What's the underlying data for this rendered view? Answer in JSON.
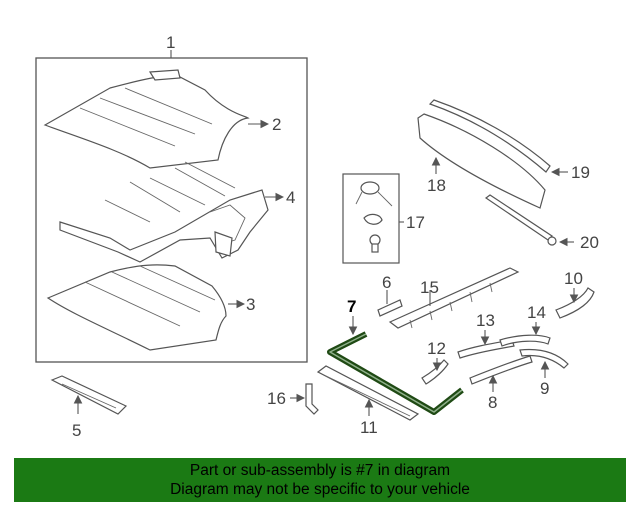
{
  "callouts": [
    "1",
    "2",
    "3",
    "4",
    "5",
    "6",
    "7",
    "8",
    "9",
    "10",
    "11",
    "12",
    "13",
    "14",
    "15",
    "16",
    "17",
    "18",
    "19",
    "20"
  ],
  "banner": {
    "line1": "Part or sub-assembly is #7 in diagram",
    "line2": "Diagram may not be specific to your vehicle"
  },
  "colors": {
    "highlight": "#1f4a14",
    "banner_bg": "#1b7a14",
    "line": "#555555"
  }
}
